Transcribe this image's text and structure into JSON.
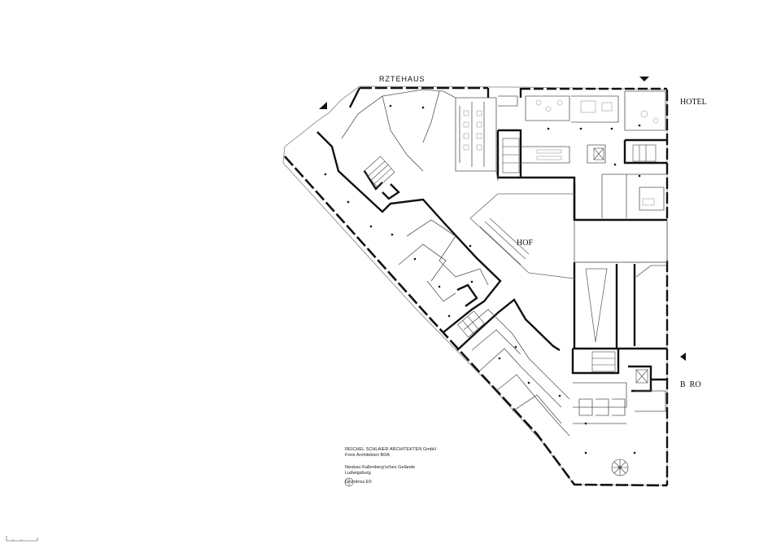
{
  "labels": {
    "aerztehaus": "RZTEHAUS",
    "hotel": "HOTEL",
    "hof": "HOF",
    "buero": "B  RO"
  },
  "title_block": {
    "office": "REICHEL SCHLAIER ARCHITEKTEN GmbH",
    "office_sub": "Freie Architekten BDA",
    "project": "Neubau Kallenberg'sches Gelände",
    "city": "Ludwigsburg",
    "drawing": "Grundriss E0"
  },
  "icons": [
    "entrance-arrow-icon",
    "north-arrow-icon",
    "spiral-stair-icon",
    "scale-bar-icon"
  ]
}
